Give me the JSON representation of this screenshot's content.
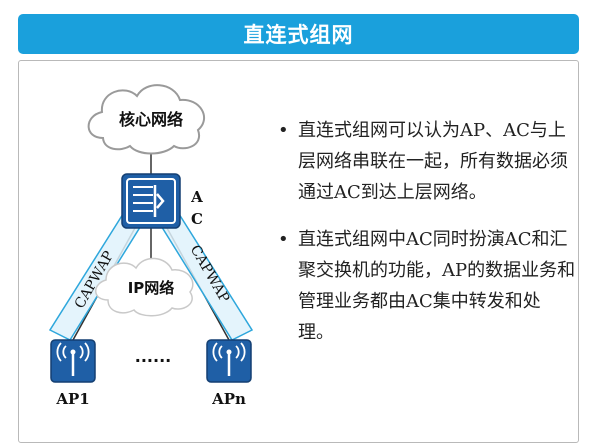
{
  "title": "直连式组网",
  "diagram": {
    "core_network": "核心网络",
    "ac_label_1": "A",
    "ac_label_2": "C",
    "ip_network": "IP网络",
    "tunnel_left": "CAPWAP",
    "tunnel_right": "CAPWAP",
    "ap_left": "AP1",
    "ap_right": "APn",
    "ellipsis": "......",
    "colors": {
      "device_blue": "#1f5fa6",
      "tunnel_fill": "#dff2fb",
      "tunnel_stroke": "#2ea7dc",
      "title_bar": "#1aa0dc"
    }
  },
  "bullets": [
    "直连式组网可以认为AP、AC与上层网络串联在一起，所有数据必须通过AC到达上层网络。",
    "直连式组网中AC同时扮演AC和汇聚交换机的功能，AP的数据业务和管理业务都由AC集中转发和处理。"
  ]
}
